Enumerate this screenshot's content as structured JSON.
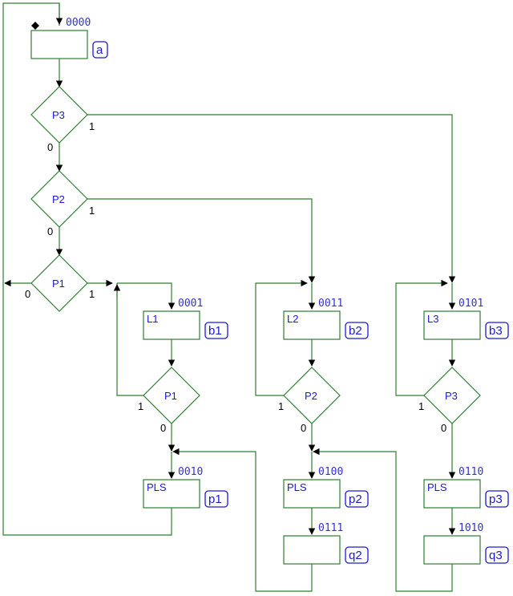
{
  "diagram": {
    "colors": {
      "wire": "#2e7d32",
      "text": "#1a1ad6",
      "branch_label": "#000000"
    },
    "start_block": {
      "code": "0000",
      "label": "",
      "state": "a"
    },
    "decisions": {
      "p3_top": {
        "label": "P3",
        "yes": "1",
        "no": "0"
      },
      "p2_top": {
        "label": "P2",
        "yes": "1",
        "no": "0"
      },
      "p1_top": {
        "label": "P1",
        "yes": "1",
        "no": "0"
      },
      "p1_loop": {
        "label": "P1",
        "yes": "1",
        "no": "0"
      },
      "p2_loop": {
        "label": "P2",
        "yes": "1",
        "no": "0"
      },
      "p3_loop": {
        "label": "P3",
        "yes": "1",
        "no": "0"
      }
    },
    "blocks": {
      "b1": {
        "code": "0001",
        "label": "L1",
        "state": "b1"
      },
      "b2": {
        "code": "0011",
        "label": "L2",
        "state": "b2"
      },
      "b3": {
        "code": "0101",
        "label": "L3",
        "state": "b3"
      },
      "p1": {
        "code": "0010",
        "label": "PLS",
        "state": "p1"
      },
      "p2": {
        "code": "0100",
        "label": "PLS",
        "state": "p2"
      },
      "p3": {
        "code": "0110",
        "label": "PLS",
        "state": "p3"
      },
      "q2": {
        "code": "0111",
        "label": "",
        "state": "q2"
      },
      "q3": {
        "code": "1010",
        "label": "",
        "state": "q3"
      }
    }
  }
}
